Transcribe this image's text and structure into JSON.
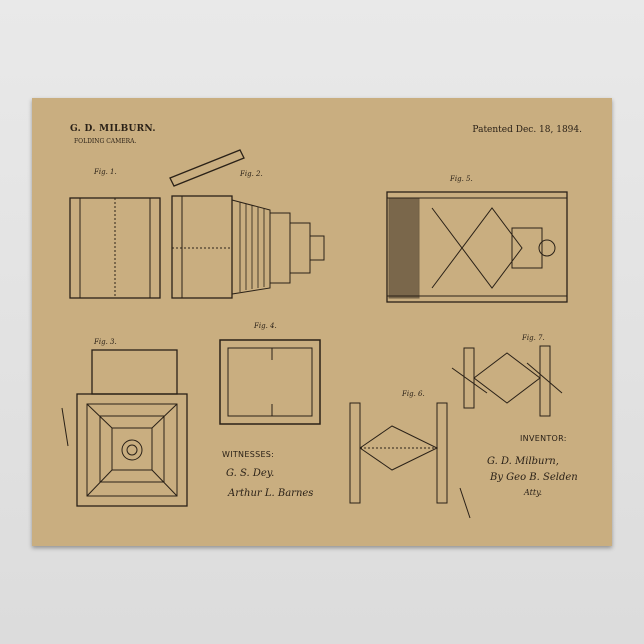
{
  "header": {
    "inventor": "G. D. MILBURN.",
    "title": "FOLDING CAMERA.",
    "patent_date": "Patented Dec. 18, 1894."
  },
  "figures": [
    "Fig. 1.",
    "Fig. 2.",
    "Fig. 3.",
    "Fig. 4.",
    "Fig. 5.",
    "Fig. 6.",
    "Fig. 7."
  ],
  "witnesses": {
    "label": "WITNESSES:",
    "names": [
      "G. S. Dey.",
      "Arthur L. Barnes"
    ]
  },
  "inventor_block": {
    "label": "INVENTOR:",
    "name": "G. D. Milburn,",
    "attorney": "By Geo B. Selden",
    "atty": "Atty."
  },
  "colors": {
    "paper": "#c9ae80",
    "ink": "#2a2117",
    "background": "#e4e4e4"
  }
}
